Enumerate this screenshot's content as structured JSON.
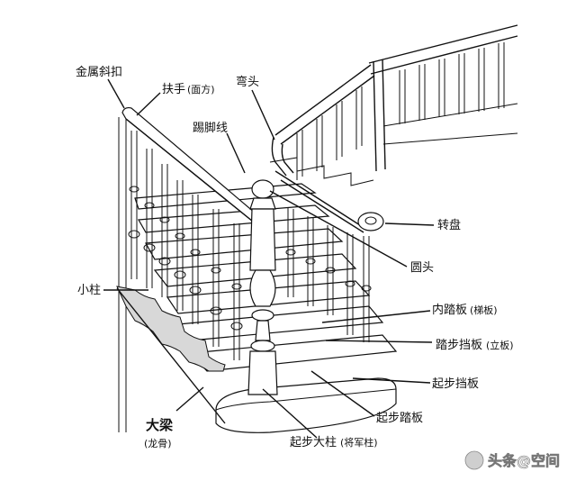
{
  "labels": {
    "metal_clip": "金属斜扣",
    "handrail": "扶手",
    "handrail_note": "(面方)",
    "gooseneck": "弯头",
    "skirting": "踢脚线",
    "volute": "转盘",
    "round_cap": "圆头",
    "baluster": "小柱",
    "inner_tread": "内踏板",
    "inner_tread_note": "(梯板)",
    "riser": "踏步挡板",
    "riser_note": "(立板)",
    "starting_riser": "起步挡板",
    "starting_tread": "起步踏板",
    "newel_post": "起步大柱",
    "newel_post_note": "(将军柱)",
    "stringer": "大梁",
    "stringer_note": "(龙骨)"
  },
  "watermark": {
    "text": "头条@空间"
  }
}
